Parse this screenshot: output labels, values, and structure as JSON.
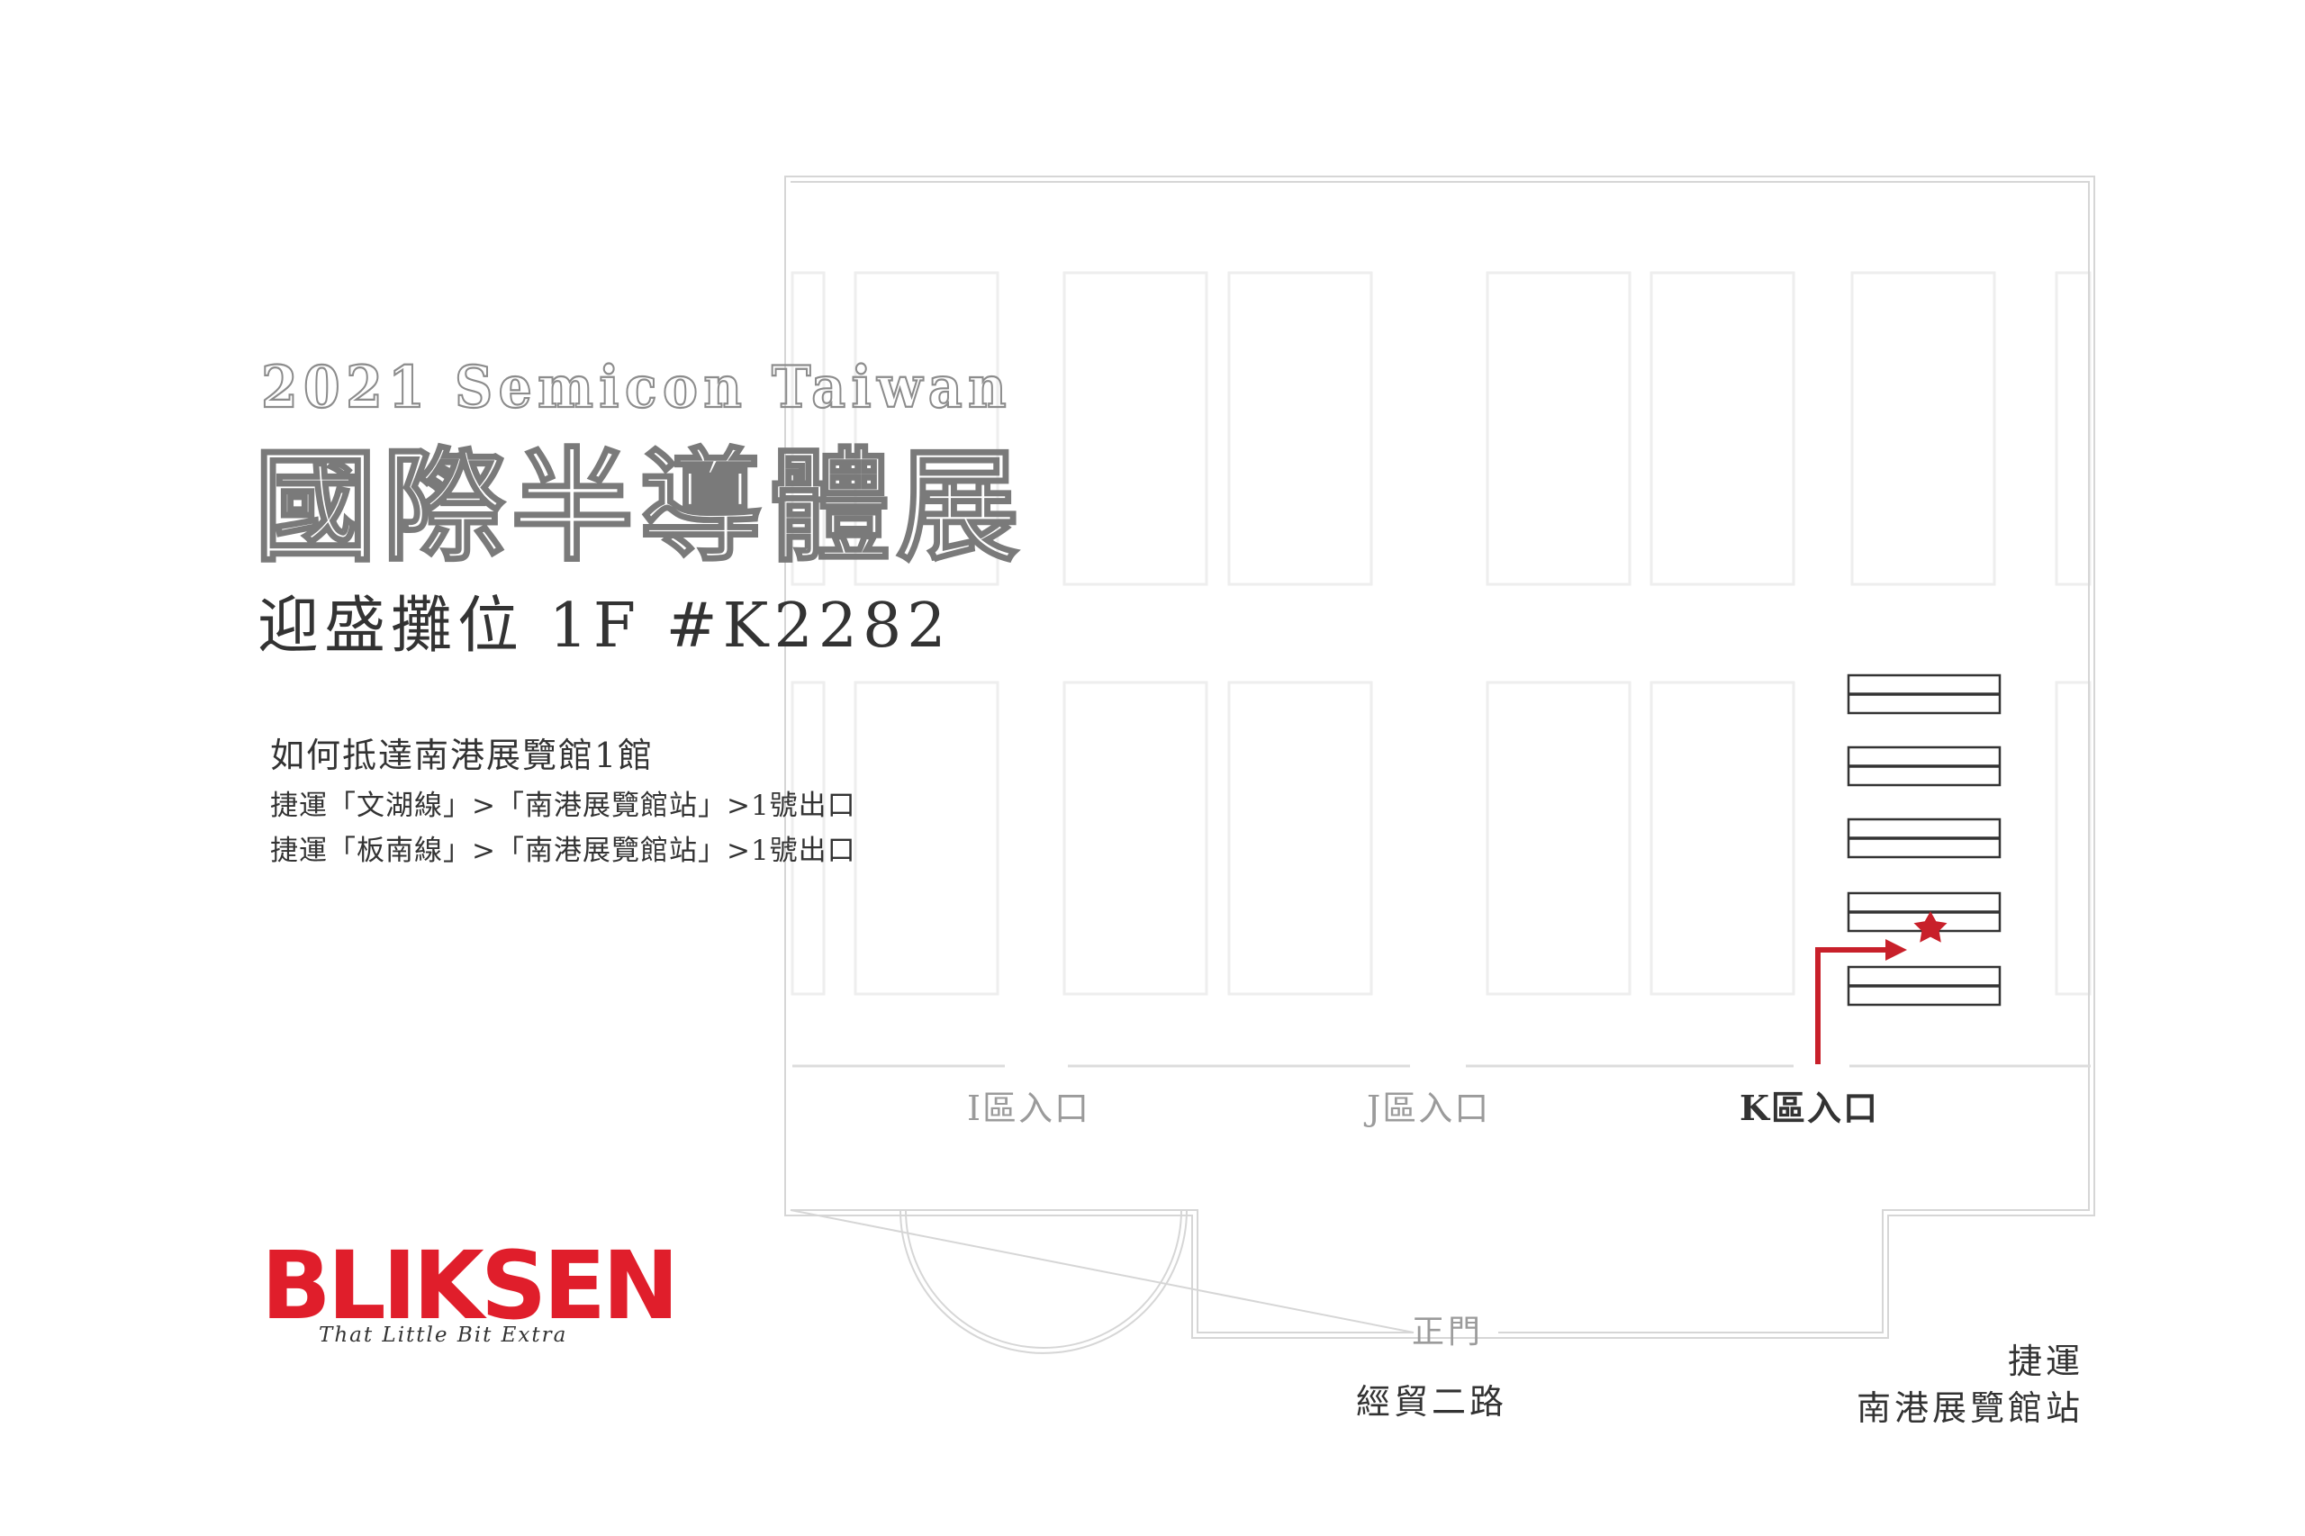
{
  "event": {
    "title_en": "2021 Semicon Taiwan",
    "title_zh": "國際半導體展",
    "booth": "迎盛攤位 1F #K2282"
  },
  "directions": {
    "title": "如何抵達南港展覽館1館",
    "routes": [
      "捷運「文湖線」>「南港展覽館站」>1號出口",
      "捷運「板南線」>「南港展覽館站」>1號出口"
    ]
  },
  "map": {
    "entrances": {
      "i": "I區入口",
      "j": "J區入口",
      "k": "K區入口"
    },
    "main_gate": "正門",
    "road": "經貿二路",
    "mrt": {
      "line1": "捷運",
      "line2": "南港展覽館站"
    },
    "highlight_color": "#c8202a",
    "booth_marker": "star-icon",
    "route_arrow": "arrow-icon"
  },
  "brand": {
    "name": "BLIKSEN",
    "tagline": "That Little Bit Extra",
    "color": "#e01e2b"
  }
}
